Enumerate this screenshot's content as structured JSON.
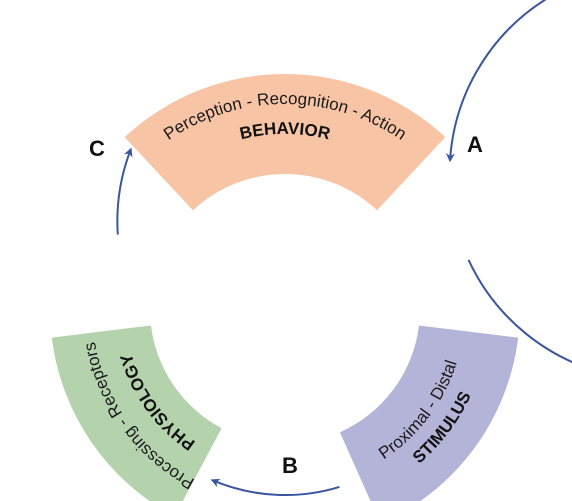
{
  "segments": [
    {
      "id": "behavior",
      "title": "BEHAVIOR",
      "subtitle": "Perception - Recognition - Action",
      "color": "#f8c4a6"
    },
    {
      "id": "stimulus",
      "title": "STIMULUS",
      "subtitle": "Proximal - Distal",
      "color": "#b4b4d8"
    },
    {
      "id": "physiology",
      "title": "PHYSIOLOGY",
      "subtitle": "Processing - Receptors",
      "color": "#b4d3ad"
    }
  ],
  "arrows": [
    {
      "id": "a",
      "label": "A"
    },
    {
      "id": "b",
      "label": "B"
    },
    {
      "id": "c",
      "label": "C"
    }
  ],
  "colors": {
    "arrow": "#3a56a0"
  }
}
